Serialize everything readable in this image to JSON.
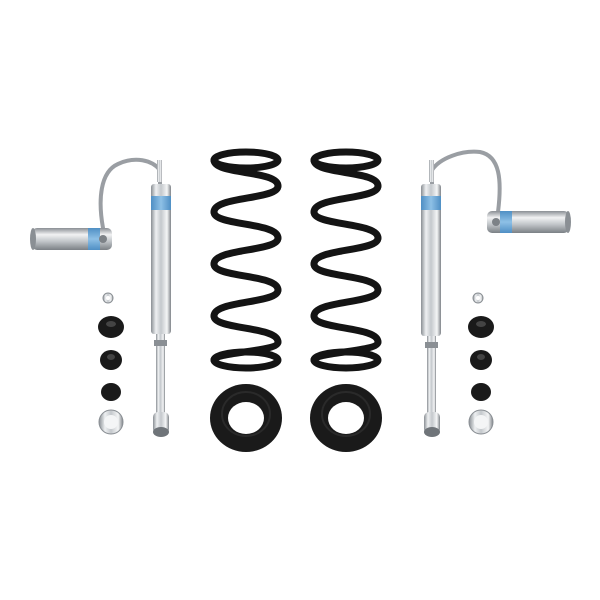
{
  "scene": {
    "background": "#ffffff",
    "subject": "suspension-kit",
    "colors": {
      "chrome_light": "#e8eaec",
      "chrome_mid": "#b9bdc2",
      "chrome_dark": "#7d8287",
      "spring_black": "#141414",
      "bushing_black": "#1a1a1a",
      "label_blue": "#6aa6d6",
      "hose_gray": "#9a9ea3"
    },
    "parts": [
      {
        "name": "left-shock-absorber"
      },
      {
        "name": "left-reservoir"
      },
      {
        "name": "left-coil-spring"
      },
      {
        "name": "right-coil-spring"
      },
      {
        "name": "right-shock-absorber"
      },
      {
        "name": "right-reservoir"
      },
      {
        "name": "left-spring-isolator"
      },
      {
        "name": "right-spring-isolator"
      },
      {
        "name": "left-hardware-stack"
      },
      {
        "name": "right-hardware-stack"
      }
    ]
  }
}
